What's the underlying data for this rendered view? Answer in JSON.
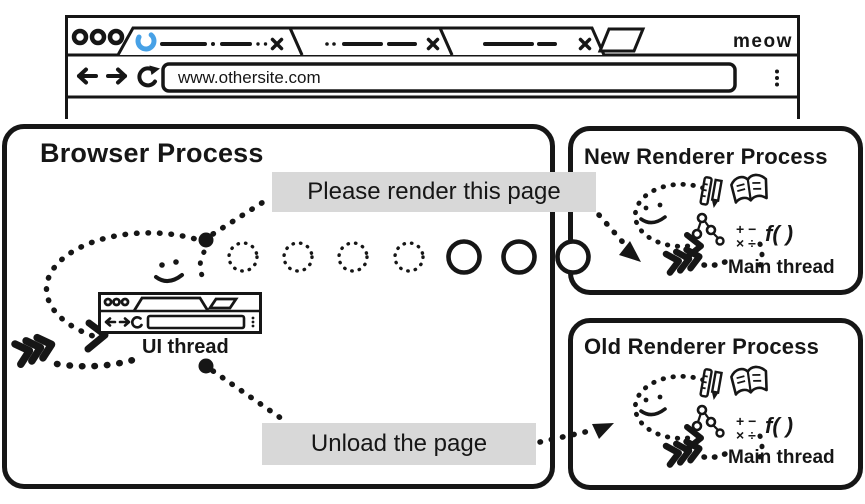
{
  "colors": {
    "ink": "#161616",
    "label_bg": "#d8d8d8",
    "spinner": "#47a1e6"
  },
  "top_browser": {
    "brand": "meow",
    "url": "www.othersite.com"
  },
  "messages": {
    "render": "Please render this page",
    "unload": "Unload the page"
  },
  "browser_process": {
    "title": "Browser Process",
    "thread": "UI thread"
  },
  "new_renderer": {
    "title": "New Renderer Process",
    "thread": "Main thread"
  },
  "old_renderer": {
    "title": "Old Renderer Process",
    "thread": "Main thread"
  },
  "icons": {
    "function_glyph": "f( )",
    "math_row1": "+ −",
    "math_row2": "× ÷"
  }
}
